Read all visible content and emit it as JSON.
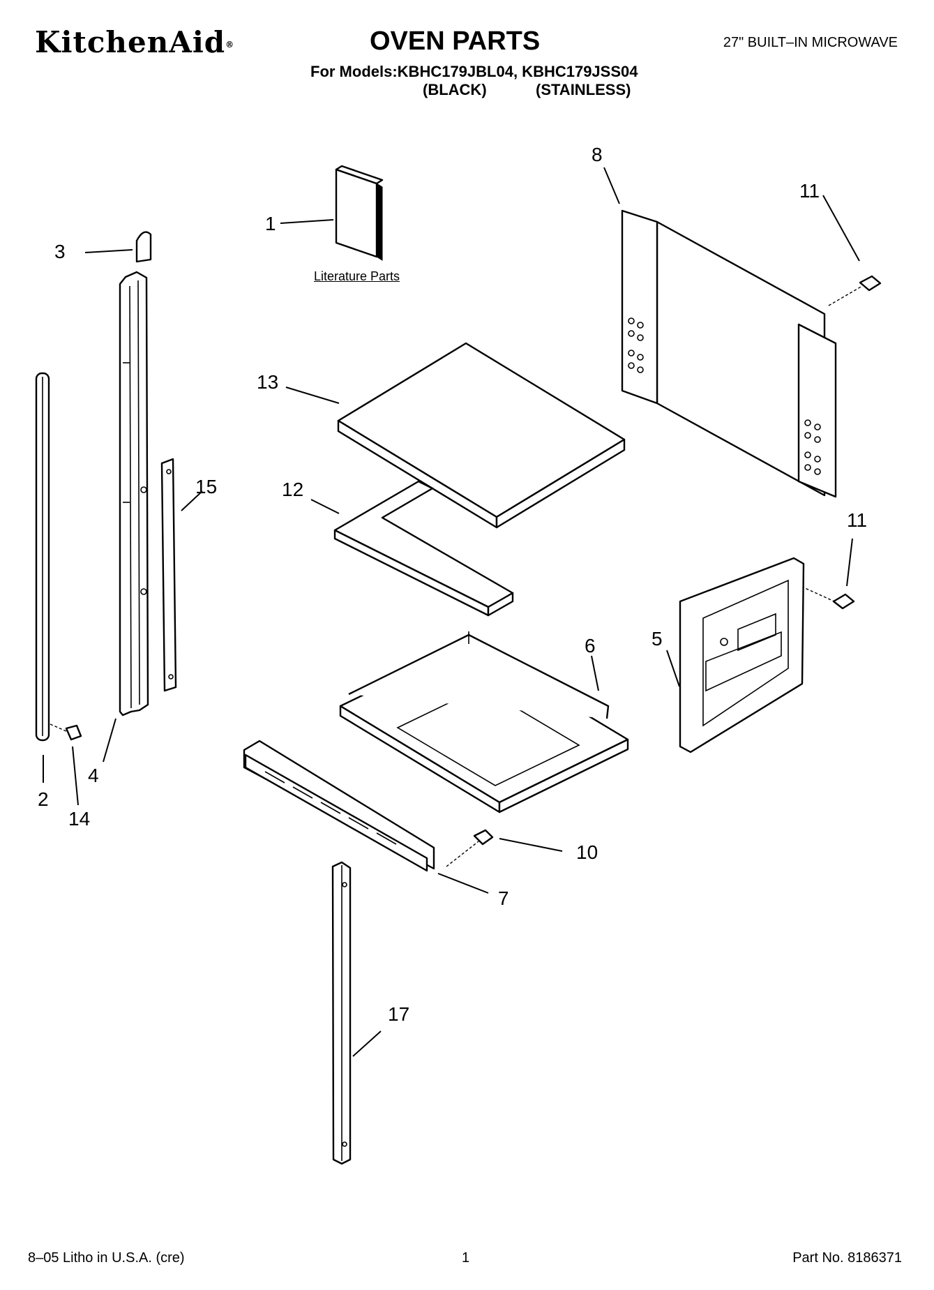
{
  "header": {
    "brand": "KitchenAid",
    "title": "OVEN PARTS",
    "subtitle": "27\" BUILT–IN MICROWAVE",
    "models_line": "For Models:KBHC179JBL04, KBHC179JSS04",
    "variant_black": "(BLACK)",
    "variant_stainless": "(STAINLESS)"
  },
  "diagram": {
    "literature_label": "Literature Parts",
    "callouts": [
      "1",
      "2",
      "3",
      "4",
      "5",
      "6",
      "7",
      "8",
      "10",
      "11",
      "11",
      "12",
      "13",
      "14",
      "15",
      "17"
    ]
  },
  "footer": {
    "litho": "8–05 Litho in U.S.A. (cre)",
    "page": "1",
    "part_no": "Part No. 8186371"
  }
}
